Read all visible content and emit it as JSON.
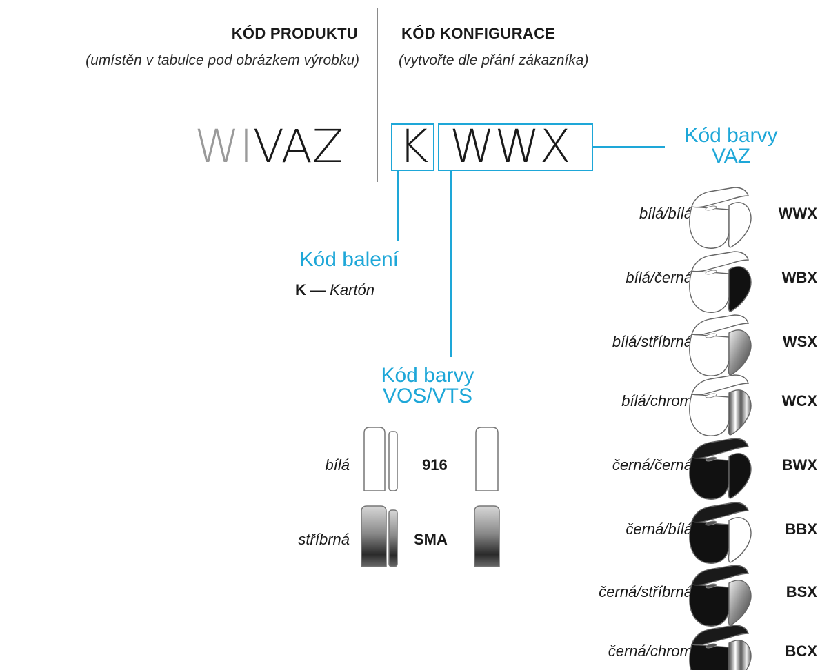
{
  "header": {
    "left_title": "KÓD PRODUKTU",
    "left_subtitle": "(umístěn v tabulce pod obrázkem výrobku)",
    "right_title": "KÓD KONFIGURACE",
    "right_subtitle": "(vytvořte dle přání zákazníka)"
  },
  "product_code": {
    "prefix_light": "WI",
    "prefix_dark": "VAZ",
    "packing_code": "K",
    "color_code": "WWX"
  },
  "labels": {
    "color_vaz_line1": "Kód barvy",
    "color_vaz_line2": "VAZ",
    "packing_label": "Kód balení",
    "packing_value_code": "K",
    "packing_value_dash": "—",
    "packing_value_name": "Kartón",
    "color_vos_line1": "Kód barvy",
    "color_vos_line2": "VOS/VTS"
  },
  "vos_variants": [
    {
      "name": "bílá",
      "code": "916",
      "color": "#ffffff"
    },
    {
      "name": "stříbrná",
      "code": "SMA",
      "color": "#9a9a9a"
    }
  ],
  "vaz_variants": [
    {
      "name": "bílá/bílá",
      "code": "WWX",
      "body": "#ffffff",
      "cap": "#ffffff"
    },
    {
      "name": "bílá/černá",
      "code": "WBX",
      "body": "#ffffff",
      "cap": "#111111"
    },
    {
      "name": "bílá/stříbrná",
      "code": "WSX",
      "body": "#ffffff",
      "cap": "#a0a0a0"
    },
    {
      "name": "bílá/chrom",
      "code": "WCX",
      "body": "#ffffff",
      "cap": "#cfcfcf"
    },
    {
      "name": "černá/černá",
      "code": "BWX",
      "body": "#111111",
      "cap": "#111111"
    },
    {
      "name": "černá/bílá",
      "code": "BBX",
      "body": "#111111",
      "cap": "#ffffff"
    },
    {
      "name": "černá/stříbrná",
      "code": "BSX",
      "body": "#111111",
      "cap": "#a0a0a0"
    },
    {
      "name": "černá/chrom",
      "code": "BCX",
      "body": "#111111",
      "cap": "#cfcfcf"
    }
  ],
  "accent_color": "#1ea7d8"
}
